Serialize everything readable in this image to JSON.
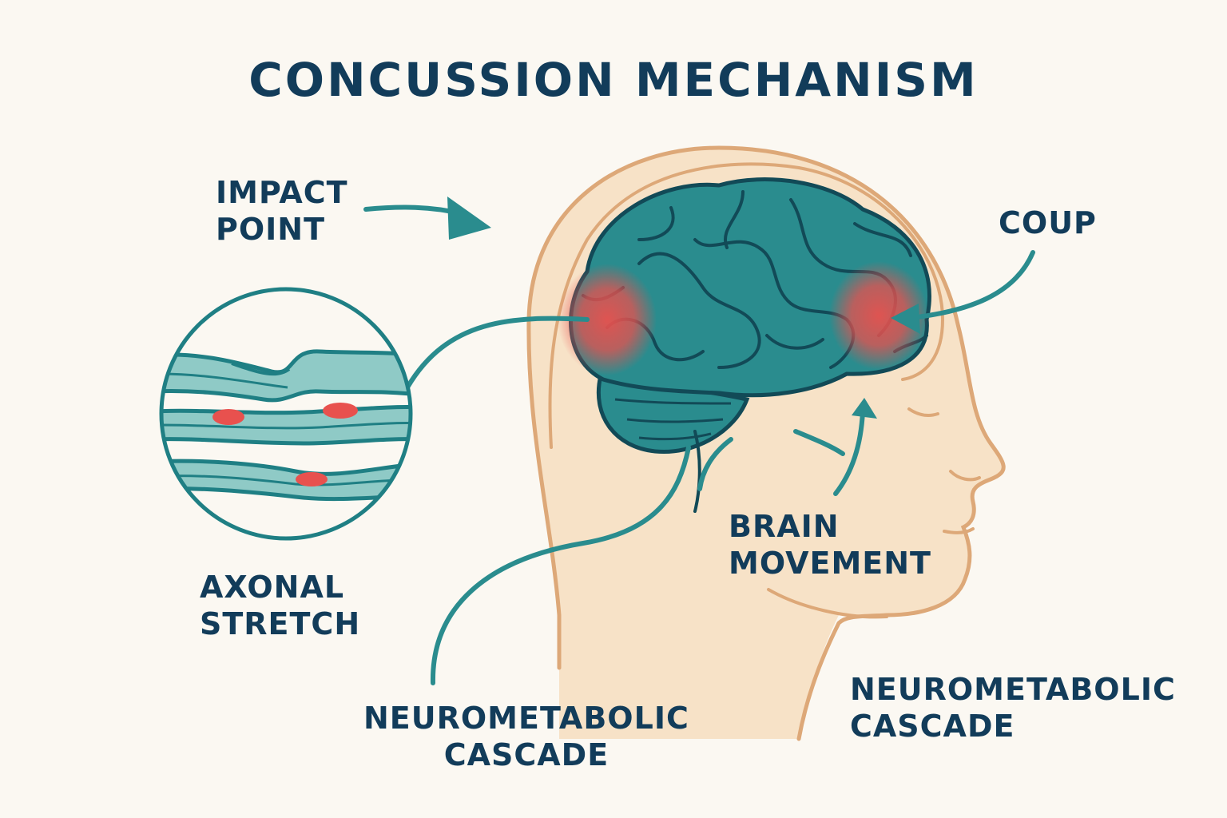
{
  "title": "CONCUSSION MECHANISM",
  "labels": {
    "impact_point": [
      "IMPACT",
      "POINT"
    ],
    "coup": "COUP",
    "axonal_stretch": [
      "AXONAL",
      "STRETCH"
    ],
    "brain_movement": [
      "BRAIN",
      "MOVEMENT"
    ],
    "neurometabolic_left": [
      "NEUROMETABOLIC",
      "CASCADE"
    ],
    "neurometabolic_right": [
      "NEUROMETABOLIC",
      "CASCADE"
    ]
  },
  "colors": {
    "background": "#FBF8F2",
    "text": "#123C5A",
    "brain": "#2A8C8E",
    "brain_lines": "#124A57",
    "skin": "#F7E2C7",
    "outline": "#DDA878",
    "injury": "#E8514E",
    "arrow": "#2A8C8E"
  }
}
